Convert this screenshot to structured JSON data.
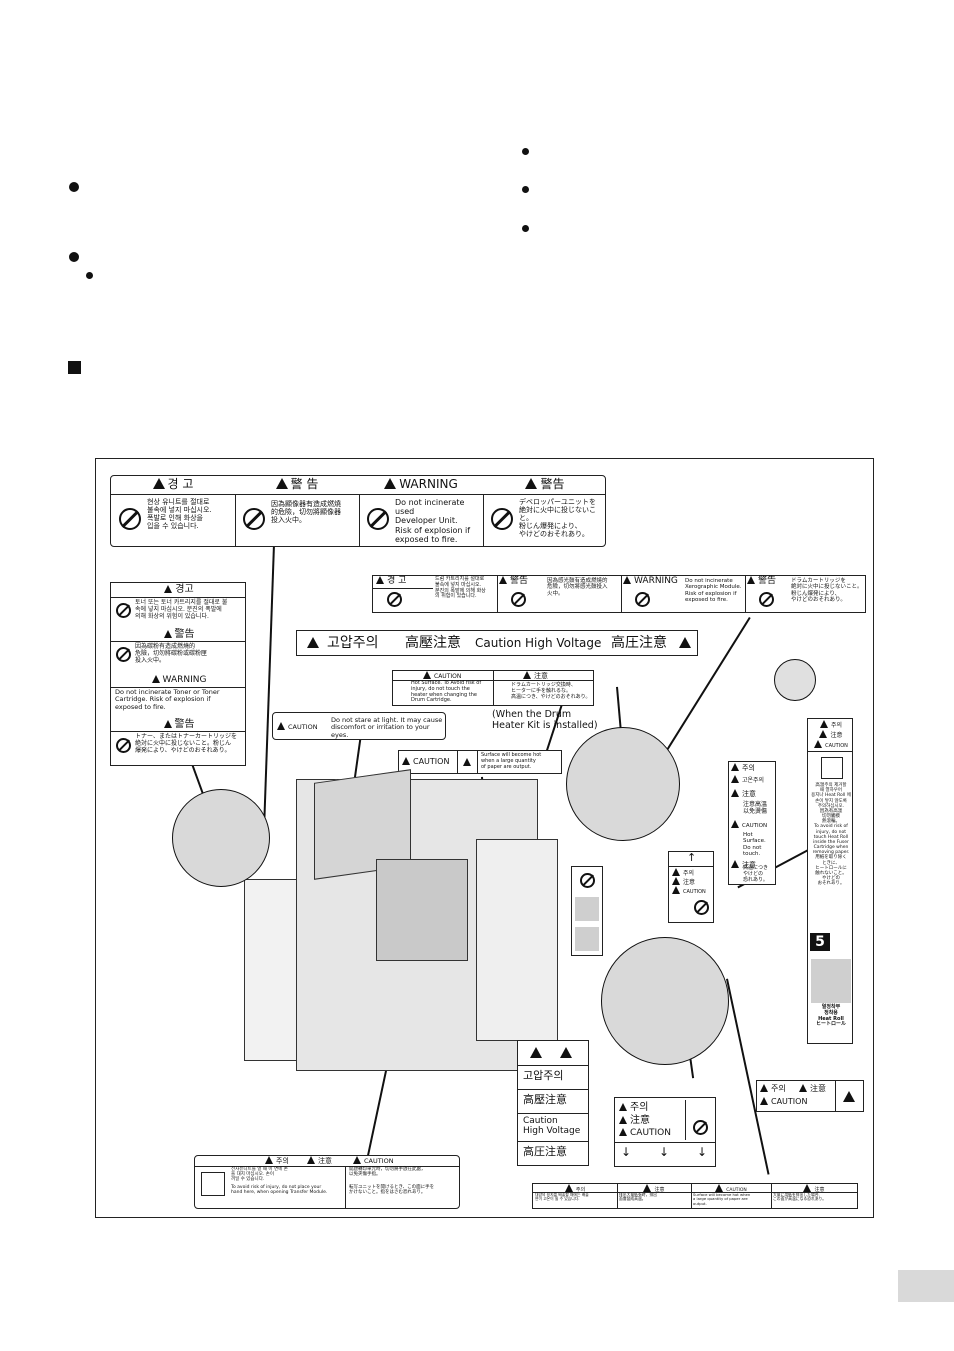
{
  "labels": {
    "top": {
      "headers": [
        "경 고",
        "警 告",
        "WARNING",
        "警告"
      ],
      "texts": [
        "현상 유니트를 절대로\n불속에 넣지 마십시오.\n폭발로 인해 화상을\n입을 수 있습니다.",
        "因為顯像器有造成燃燒\n的危險，切勿將顯像器\n投入火中。",
        "Do not incinerate used\nDeveloper Unit.\nRisk of explosion if\nexposed to fire.",
        "デベロッパーユニットを\n絶対に火中に投じないこと。\n粉じん爆発により、\nやけどのおそれあり。"
      ]
    },
    "toner": {
      "headers": [
        "경고",
        "警告",
        "WARNING",
        "警告"
      ],
      "texts": [
        "토너 또는 토너 카트리지를 절대로 불\n속에 넣지 마십시오. 분진의 폭발에\n의해 화상의 위험이 있습니다.",
        "因為碳粉有造成燃燒的\n危險，切勿將碳粉或碳粉匣\n投入火中。",
        "Do not incinerate Toner or Toner\nCartridge. Risk of explosion if\nexposed to fire.",
        "トナー、またはトナーカートリッジを\n絶対に火中に投じないこと。粉じん\n爆発により、やけどのおそれあり。"
      ]
    },
    "drum": {
      "headers": [
        "경 고",
        "警告",
        "WARNING",
        "警告"
      ],
      "texts": [
        "드럼 카트리지를 절대로\n불속에 넣지 마십시오.\n분진의 폭발에 의해 화상\n의 위험이 있습니다.",
        "因為感光鼓有造成燃燒的\n危險，切勿將感光鼓投入\n火中。",
        "Do not incinerate\nXerographic Module.\nRisk of explosion if\nexposed to fire.",
        "ドラムカートリッジを\n絶対に火中に投じないこと。\n粉じん爆発により、\nやけどのおそれあり。"
      ]
    },
    "hv_banner": [
      "고압주의",
      "高壓注意",
      "Caution",
      "High Voltage",
      "高圧注意"
    ],
    "hot_drum": {
      "h1": "CAUTION",
      "h2": "注意",
      "t1": "Hot Surface. To Avoid risk of\ninjury, do not touch the\nheater when changing the\nDrum Cartridge.",
      "t2": "ドラムカートリッジ交換時、\nヒーターに手を触れるな。\n高温につき、やけどのおそれあり。"
    },
    "drum_note": "(When the Drum\nHeater Kit is installed)",
    "stare": {
      "h": "CAUTION",
      "t": "Do not stare at light.  It may cause\ndiscomfort or irritation to your eyes."
    },
    "hot_paper": {
      "h": "CAUTION",
      "t": "Surface will become hot\nwhen a large quantity\nof paper are output."
    },
    "fuser_tall": {
      "h1": "주의",
      "h2": "注意",
      "h3": "CAUTION",
      "t1": "高温주의 제거할\n때 열하우어\n용지나 Heat Roll 에\n손이 닿지 않도록\n주의하십시오.\n因為有高溫\n切勿觸摸\n熱滾輪。\nTo avoid risk of\ninjury, do not\ntouch Heat Roll\ninside the Fuser\nCartridge when\nremoving paper.\n用紙を取り除く\nときに、\nヒートロールに\n触れないこと。\nやけどの\nおそれあり。",
      "num": "5",
      "t2": "열정착부\n정착용\nHeat Roll\nヒートロール"
    },
    "hot_mid": {
      "items": [
        "주의",
        "고온주의",
        "注意",
        "注意高溫\n以免燙傷",
        "CAUTION",
        "Hot\nSurface.\nDo not\ntouch.",
        "注意",
        "高温につき\nやけどの\n恐れあり。"
      ]
    },
    "small_up": [
      "주의",
      "注意",
      "CAUTION"
    ],
    "hv_vertical": [
      "고압주의",
      "高壓注意",
      "Caution\nHigh Voltage",
      "高圧注意"
    ],
    "caution3": [
      "주의",
      "注意",
      "CAUTION"
    ],
    "small_right": [
      "주의",
      "注意",
      "CAUTION"
    ],
    "transfer": {
      "headers": [
        "주의",
        "注意",
        "CAUTION"
      ],
      "texts": [
        "전사유니트를 열 때 이 면에 손\n을 대지 마십시오. 손이\n끼일 수 있습니다.",
        "To avoid risk of injury, do not place your\nhand here, when opening Transfer Module.",
        "開啟轉印單元時，切勿將手放在此處，\n以免夾傷手指。",
        "転写ユニットを開けるとき、この面に手を\nかけないこと。指をはさむ恐れあり。"
      ]
    },
    "bottom_right": {
      "headers": [
        "주의",
        "注意",
        "CAUTION",
        "注意"
      ],
      "texts": [
        "대량의 용지를 배출할 때에는 배출\n면이 고온이 될 수 있습니다.",
        "排出大量紙張時，排出\n面會變成高溫。",
        "Surface will become hot when\na large quantity of paper are\noutput.",
        "大量に用紙を排出した場合、\nこの面が高温になる恐れあり。"
      ]
    }
  }
}
